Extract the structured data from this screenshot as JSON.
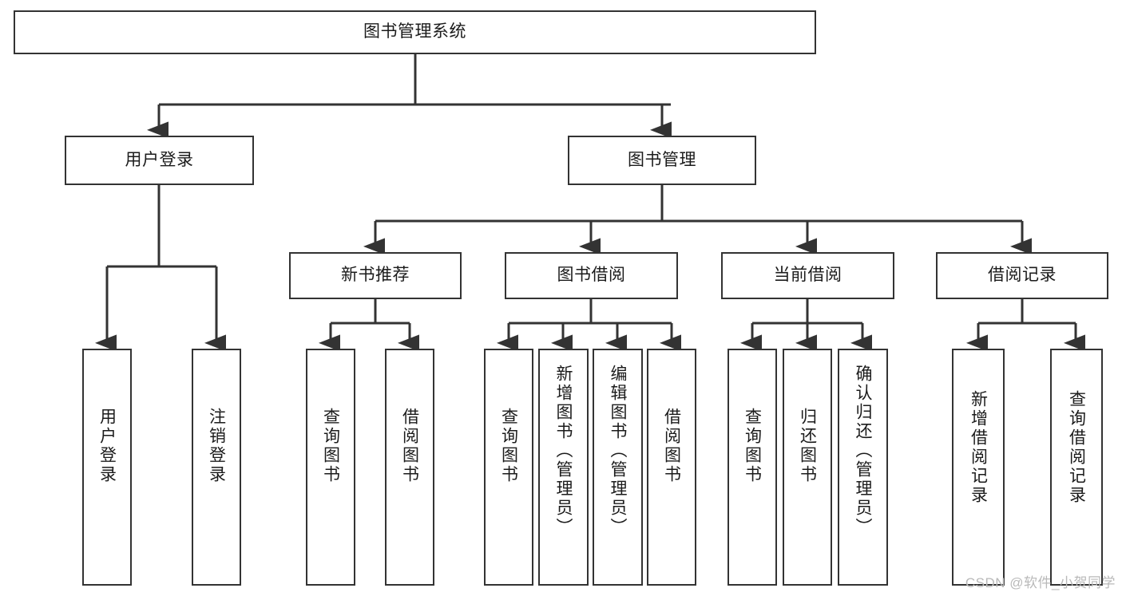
{
  "diagram": {
    "title": "图书管理系统",
    "type": "tree-hierarchy",
    "colors": {
      "box_border": "#333333",
      "box_fill": "#ffffff",
      "edge": "#333333",
      "text": "#1b1b1b",
      "watermark": "#b9b9b9"
    },
    "root": {
      "label": "图书管理系统"
    },
    "level2": [
      {
        "label": "用户登录"
      },
      {
        "label": "图书管理"
      }
    ],
    "level3": [
      {
        "label": "新书推荐"
      },
      {
        "label": "图书借阅"
      },
      {
        "label": "当前借阅"
      },
      {
        "label": "借阅记录"
      }
    ],
    "leaves": {
      "user_login": [
        {
          "label": "用户登录"
        },
        {
          "label": "注销登录"
        }
      ],
      "new_book": [
        {
          "label": "查询图书"
        },
        {
          "label": "借阅图书"
        }
      ],
      "book_borrow": [
        {
          "label": "查询图书"
        },
        {
          "label": "新增图书（管理员）"
        },
        {
          "label": "编辑图书（管理员）"
        },
        {
          "label": "借阅图书"
        }
      ],
      "current_borrow": [
        {
          "label": "查询图书"
        },
        {
          "label": "归还图书"
        },
        {
          "label": "确认归还（管理员）"
        }
      ],
      "borrow_record": [
        {
          "label": "新增借阅记录"
        },
        {
          "label": "查询借阅记录"
        }
      ]
    }
  },
  "watermark": {
    "text": "CSDN @软件_小贺同学"
  }
}
